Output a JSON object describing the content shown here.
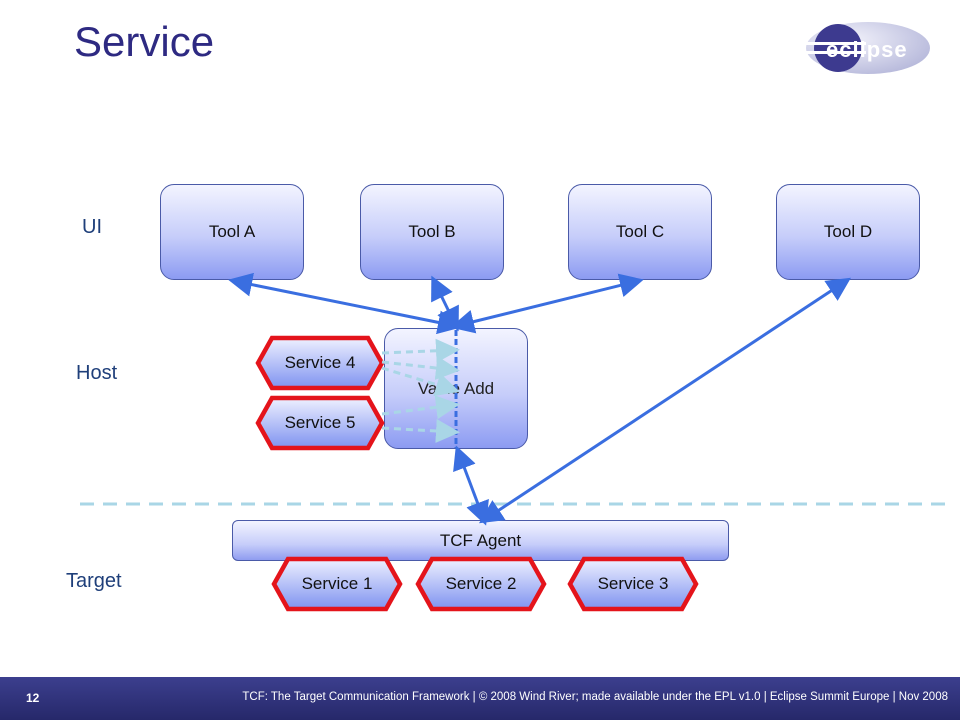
{
  "slide": {
    "title": "Service"
  },
  "logo": {
    "text": "eclipse"
  },
  "layers": {
    "ui": "UI",
    "host": "Host",
    "target": "Target"
  },
  "tools": [
    {
      "label": "Tool A"
    },
    {
      "label": "Tool B"
    },
    {
      "label": "Tool C"
    },
    {
      "label": "Tool D"
    }
  ],
  "host": {
    "value_add": "Value Add",
    "services": [
      "Service 4",
      "Service 5"
    ]
  },
  "target": {
    "agent": "TCF Agent",
    "services": [
      "Service 1",
      "Service 2",
      "Service 3"
    ]
  },
  "footer": {
    "page_number": "12",
    "text": "TCF: The Target Communication Framework | © 2008 Wind River; made available under the EPL v1.0 | Eclipse Summit Europe | Nov 2008"
  },
  "colors": {
    "title": "#2e2a82",
    "arrow": "#3a6ee0",
    "dashed": "#a9d6e6",
    "service_border": "#e4141b",
    "service_fill": "#7f93f0",
    "footer": "#2c2e78"
  }
}
